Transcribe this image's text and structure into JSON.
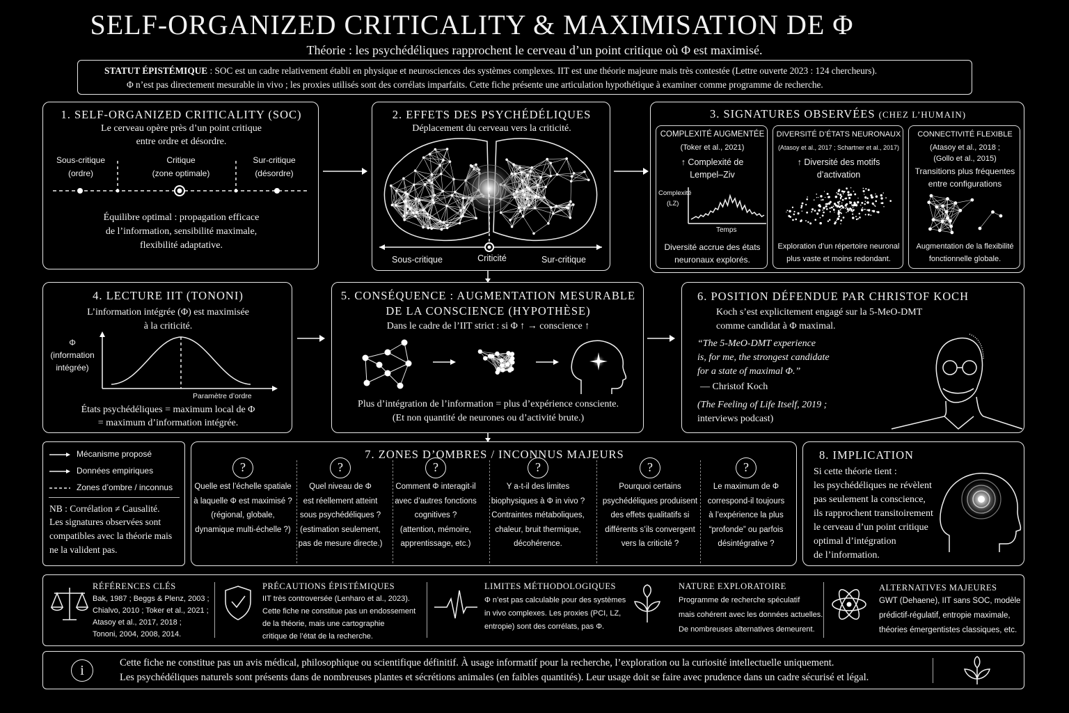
{
  "header": {
    "title": "SELF-ORGANIZED CRITICALITY & MAXIMISATION DE Φ",
    "subtitle": "Théorie : les psychédéliques rapprochent le cerveau d’un point critique où Φ est maximisé."
  },
  "statut": {
    "label": "STATUT ÉPISTÉMIQUE",
    "line1": " : SOC est un cadre relativement établi en physique et neurosciences des systèmes complexes. IIT est une théorie majeure mais très contestée (Lettre ouverte 2023 : 124 chercheurs).",
    "line2": "Φ n’est pas directement mesurable in vivo ; les proxies utilisés sont des corrélats imparfaits. Cette fiche présente une articulation hypothétique à examiner comme programme de recherche."
  },
  "p1": {
    "title": "1. SELF-ORGANIZED CRITICALITY (SOC)",
    "desc1": "Le cerveau opère près d’un point critique",
    "desc2": "entre ordre et désordre.",
    "sous1": "Sous-critique",
    "sous2": "(ordre)",
    "crit1": "Critique",
    "crit2": "(zone optimale)",
    "sur1": "Sur-critique",
    "sur2": "(désordre)",
    "foot1": "Équilibre optimal : propagation efficace",
    "foot2": "de l’information, sensibilité maximale,",
    "foot3": "flexibilité adaptative."
  },
  "p2": {
    "title": "2. EFFETS DES PSYCHÉDÉLIQUES",
    "desc": "Déplacement du cerveau vers la criticité.",
    "axis_left": "Sous-critique",
    "axis_mid": "Criticité",
    "axis_right": "Sur-critique"
  },
  "p3": {
    "title": "3. SIGNATURES OBSERVÉES",
    "title_suffix": "(CHEZ L’HUMAIN)",
    "a": {
      "title": "COMPLEXITÉ AUGMENTÉE",
      "ref": "(Toker et al., 2021)",
      "l1": "↑ Complexité de",
      "l2": "Lempel–Ziv",
      "ylab1": "Complexité",
      "ylab2": "(LZ)",
      "xlab": "Temps",
      "f1": "Diversité accrue des états",
      "f2": "neuronaux explorés."
    },
    "b": {
      "title": "DIVERSITÉ D’ÉTATS NEURONAUX",
      "ref": "(Atasoy et al., 2017 ; Schartner et al., 2017)",
      "l1": "↑ Diversité des motifs",
      "l2": "d’activation",
      "f1": "Exploration d’un répertoire neuronal",
      "f2": "plus vaste et moins redondant."
    },
    "c": {
      "title": "CONNECTIVITÉ FLEXIBLE",
      "ref1": "(Atasoy et al., 2018 ;",
      "ref2": "(Gollo et al., 2015)",
      "l1": "Transitions plus fréquentes",
      "l2": "entre configurations",
      "f1": "Augmentation de la flexibilité",
      "f2": "fonctionnelle globale."
    }
  },
  "p4": {
    "title": "4. LECTURE IIT (TONONI)",
    "desc1": "L’information intégrée (Φ) est maximisée",
    "desc2": "à la criticité.",
    "ylab1": "Φ",
    "ylab2": "(information",
    "ylab3": "intégrée)",
    "xlab": "Paramètre d’ordre",
    "foot1": "États psychédéliques = maximum local de Φ",
    "foot2": "= maximum d’information intégrée."
  },
  "p5": {
    "title1": "5. CONSÉQUENCE : AUGMENTATION MESURABLE",
    "title2": "DE LA CONSCIENCE (HYPOTHÈSE)",
    "desc": "Dans le cadre de l’IIT strict : si Φ ↑ → conscience ↑",
    "foot1": "Plus d’intégration de l’information = plus d’expérience consciente.",
    "foot2": "(Et non quantité de neurones ou d’activité brute.)"
  },
  "p6": {
    "title": "6. POSITION DÉFENDUE PAR CHRISTOF KOCH",
    "desc1": "Koch s’est explicitement engagé sur la 5-MeO-DMT",
    "desc2": "comme candidat à Φ maximal.",
    "q1": "“The 5-MeO-DMT experience",
    "q2": "is, for me, the strongest candidate",
    "q3": "for a state of maximal Φ.”",
    "author": "— Christof Koch",
    "src1": "(The Feeling of Life Itself, 2019 ;",
    "src2": "interviews podcast)"
  },
  "legend": {
    "a": "Mécanisme proposé",
    "b": "Données empiriques",
    "c": "Zones d’ombre / inconnus",
    "nb1": "NB : Corrélation ≠ Causalité.",
    "nb2": "Les signatures observées sont",
    "nb3": "compatibles avec la théorie mais",
    "nb4": "ne la valident pas."
  },
  "p7": {
    "title": "7. ZONES D’OMBRES / INCONNUS MAJEURS",
    "mark": "?",
    "questions": [
      [
        "Quelle est l’échelle spatiale",
        "à laquelle Φ est maximisé ?",
        "(régional, globale,",
        "dynamique multi-échelle ?)"
      ],
      [
        "Quel niveau de Φ",
        "est réellement atteint",
        "sous psychédéliques ?",
        "(estimation seulement,",
        "pas de mesure directe.)"
      ],
      [
        "Comment Φ interagit-il",
        "avec d’autres fonctions",
        "cognitives ?",
        "(attention, mémoire,",
        "apprentissage, etc.)"
      ],
      [
        "Y a-t-il des limites",
        "biophysiques à Φ in vivo ?",
        "Contraintes métaboliques,",
        "chaleur, bruit thermique,",
        "décohérence."
      ],
      [
        "Pourquoi certains",
        "psychédéliques produisent",
        "des effets qualitatifs si",
        "différents s’ils convergent",
        "vers la criticité ?"
      ],
      [
        "Le maximum de Φ",
        "correspond-il toujours",
        "à l’expérience la plus",
        "“profonde” ou parfois",
        "désintégrative ?"
      ]
    ]
  },
  "p8": {
    "title": "8. IMPLICATION",
    "lines": [
      "Si cette théorie tient :",
      "les psychédéliques ne révèlent",
      "pas seulement la conscience,",
      "ils rapprochent transitoirement",
      "le cerveau d’un point critique",
      "optimal d’intégration",
      "de l’information."
    ]
  },
  "refs": {
    "a": {
      "title": "RÉFÉRENCES CLÉS",
      "lines": [
        "Bak, 1987 ; Beggs & Plenz, 2003 ;",
        "Chialvo, 2010 ; Toker et al., 2021 ;",
        "Atasoy et al., 2017, 2018 ;",
        "Tononi, 2004, 2008, 2014."
      ]
    },
    "b": {
      "title": "PRÉCAUTIONS ÉPISTÉMIQUES",
      "lines": [
        "IIT très controversée (Lenharo et al., 2023).",
        "Cette fiche ne constitue pas un endossement",
        "de la théorie, mais une cartographie",
        "critique de l’état de la recherche."
      ]
    },
    "c": {
      "title": "LIMITES MÉTHODOLOGIQUES",
      "lines": [
        "Φ n’est pas calculable pour des systèmes",
        "in vivo complexes. Les proxies (PCI, LZ,",
        "entropie) sont des corrélats, pas Φ."
      ]
    },
    "d": {
      "title": "NATURE EXPLORATOIRE",
      "lines": [
        "Programme de recherche spéculatif",
        "mais cohérent avec les données actuelles.",
        "De nombreuses alternatives demeurent."
      ]
    },
    "e": {
      "title": "ALTERNATIVES MAJEURES",
      "lines": [
        "GWT (Dehaene), IIT sans SOC, modèle",
        "prédictif-régulatif, entropie maximale,",
        "théories émergentistes classiques, etc."
      ]
    }
  },
  "disclaimer": {
    "icon": "i",
    "l1": "Cette fiche ne constitue pas un avis médical, philosophique ou scientifique définitif. À usage informatif pour la recherche, l’exploration ou la curiosité intellectuelle uniquement.",
    "l2": "Les psychédéliques naturels sont présents dans de nombreuses plantes et sécrétions animales (en faibles quantités). Leur usage doit se faire avec prudence dans un cadre sécurisé et légal."
  }
}
